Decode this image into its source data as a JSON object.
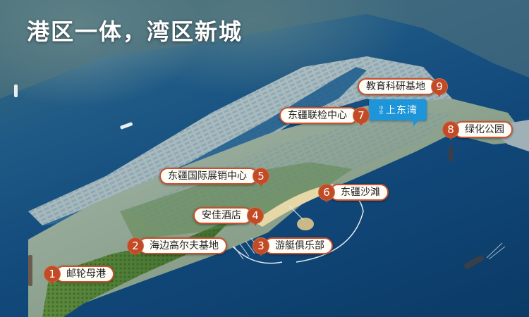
{
  "headline": "港区一体，湾区新城",
  "logo": {
    "badge_text": "中交",
    "name": "上东湾",
    "color": "#1e95d8"
  },
  "colors": {
    "marker": "#c24a25",
    "label_border": "#c8522c",
    "label_bg": "#fffdf8",
    "sea": "#0d3c63"
  },
  "points_of_interest": [
    {
      "number": "1",
      "label": "邮轮母港"
    },
    {
      "number": "2",
      "label": "海边高尔夫基地"
    },
    {
      "number": "3",
      "label": "游艇俱乐部"
    },
    {
      "number": "4",
      "label": "安佳酒店"
    },
    {
      "number": "5",
      "label": "东疆国际展销中心"
    },
    {
      "number": "6",
      "label": "东疆沙滩"
    },
    {
      "number": "7",
      "label": "东疆联检中心"
    },
    {
      "number": "8",
      "label": "绿化公园"
    },
    {
      "number": "9",
      "label": "教育科研基地"
    }
  ]
}
